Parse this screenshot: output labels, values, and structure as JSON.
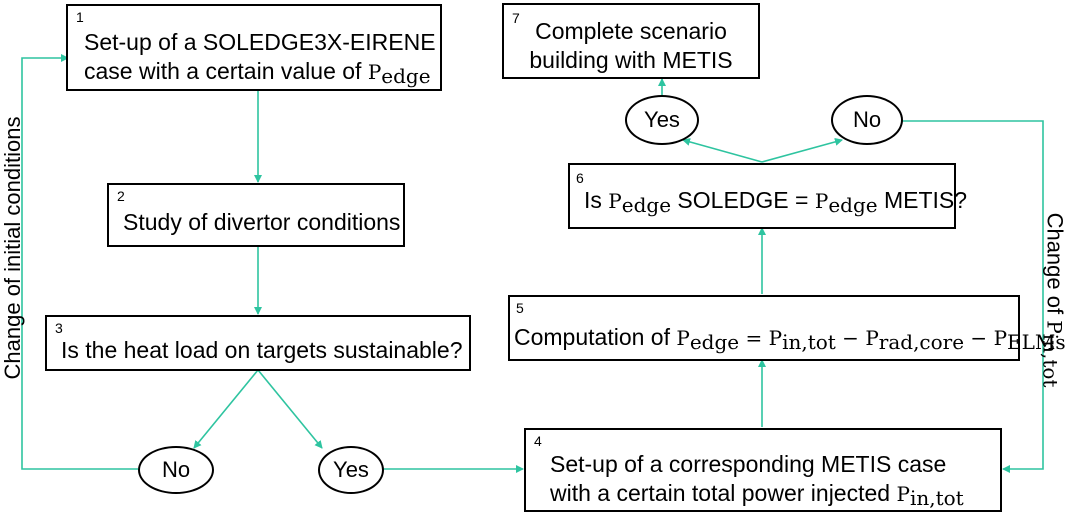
{
  "boxes": {
    "b1": {
      "num": "1",
      "line1": "Set-up of a SOLEDGE3X-EIRENE",
      "line2_prefix": "case with a certain value of ",
      "sym": "P",
      "sub": "edge"
    },
    "b2": {
      "num": "2",
      "text": "Study of divertor conditions"
    },
    "b3": {
      "num": "3",
      "text": "Is the heat load on targets sustainable?"
    },
    "b4": {
      "num": "4",
      "line1": "Set-up of a corresponding METIS case",
      "line2_prefix": "with a certain total power injected ",
      "sym": "P",
      "sub": "in,tot"
    },
    "b5": {
      "num": "5",
      "prefix": "Computation of ",
      "p1": "P",
      "s1": "edge",
      "eq": " = ",
      "p2": "P",
      "s2": "in,tot",
      "m1": " − ",
      "p3": "P",
      "s3": "rad,core",
      "m2": " − ",
      "p4": "P",
      "s4": "ELMs"
    },
    "b6": {
      "num": "6",
      "prefix": "Is ",
      "p1": "P",
      "s1": "edge",
      "mid": " SOLEDGE = ",
      "p2": "P",
      "s2": "edge",
      "suffix": " METIS?"
    },
    "b7": {
      "num": "7",
      "line1": "Complete scenario",
      "line2": "building with METIS"
    }
  },
  "decisions": {
    "no_left": "No",
    "yes_left": "Yes",
    "yes_top": "Yes",
    "no_top": "No"
  },
  "side_labels": {
    "left": "Change of initial conditions",
    "right_prefix": "Change of ",
    "right_sym": "P",
    "right_sub": "in,tot"
  },
  "colors": {
    "connector": "#2ec4a0",
    "border": "#000000"
  }
}
